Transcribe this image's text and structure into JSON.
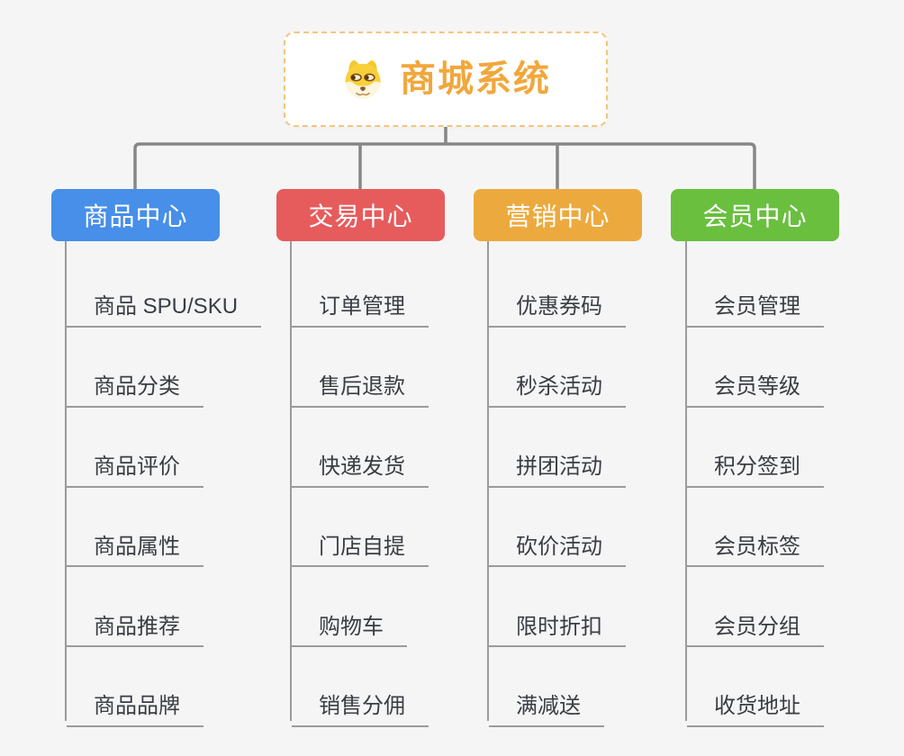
{
  "root": {
    "title": "商城系统",
    "icon": "doge-icon"
  },
  "branches": [
    {
      "label": "商品中心",
      "color": "#478fe8",
      "items": [
        "商品 SPU/SKU",
        "商品分类",
        "商品评价",
        "商品属性",
        "商品推荐",
        "商品品牌"
      ]
    },
    {
      "label": "交易中心",
      "color": "#e65c5c",
      "items": [
        "订单管理",
        "售后退款",
        "快递发货",
        "门店自提",
        "购物车",
        "销售分佣"
      ]
    },
    {
      "label": "营销中心",
      "color": "#ecaa3e",
      "items": [
        "优惠券码",
        "秒杀活动",
        "拼团活动",
        "砍价活动",
        "限时折扣",
        "满减送"
      ]
    },
    {
      "label": "会员中心",
      "color": "#6abf3f",
      "items": [
        "会员管理",
        "会员等级",
        "积分签到",
        "会员标签",
        "会员分组",
        "收货地址"
      ]
    }
  ],
  "colors": {
    "background": "#f5f5f6",
    "root_border": "#f3c57d",
    "root_title": "#f1a73c",
    "connector": "#878787",
    "leaf_line": "#9b9b9b",
    "leaf_text": "#3a3d42"
  }
}
